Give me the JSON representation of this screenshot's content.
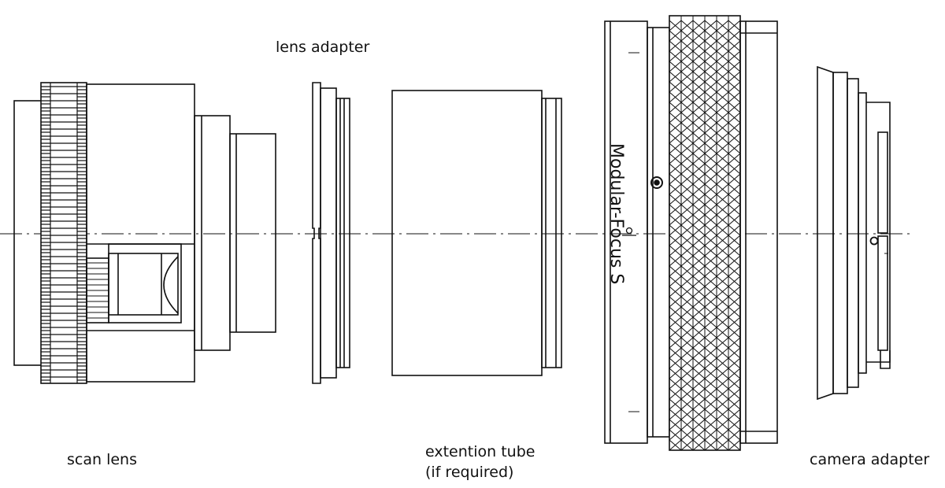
{
  "labels": {
    "lens_adapter": "lens adapter",
    "scan_lens": "scan lens",
    "extension_tube_line1": "extention tube",
    "extension_tube_line2": "(if required)",
    "camera_adapter": "camera adapter",
    "modular_focus": "Modular-Focus S"
  },
  "colors": {
    "line": "#111111",
    "background": "#ffffff"
  }
}
